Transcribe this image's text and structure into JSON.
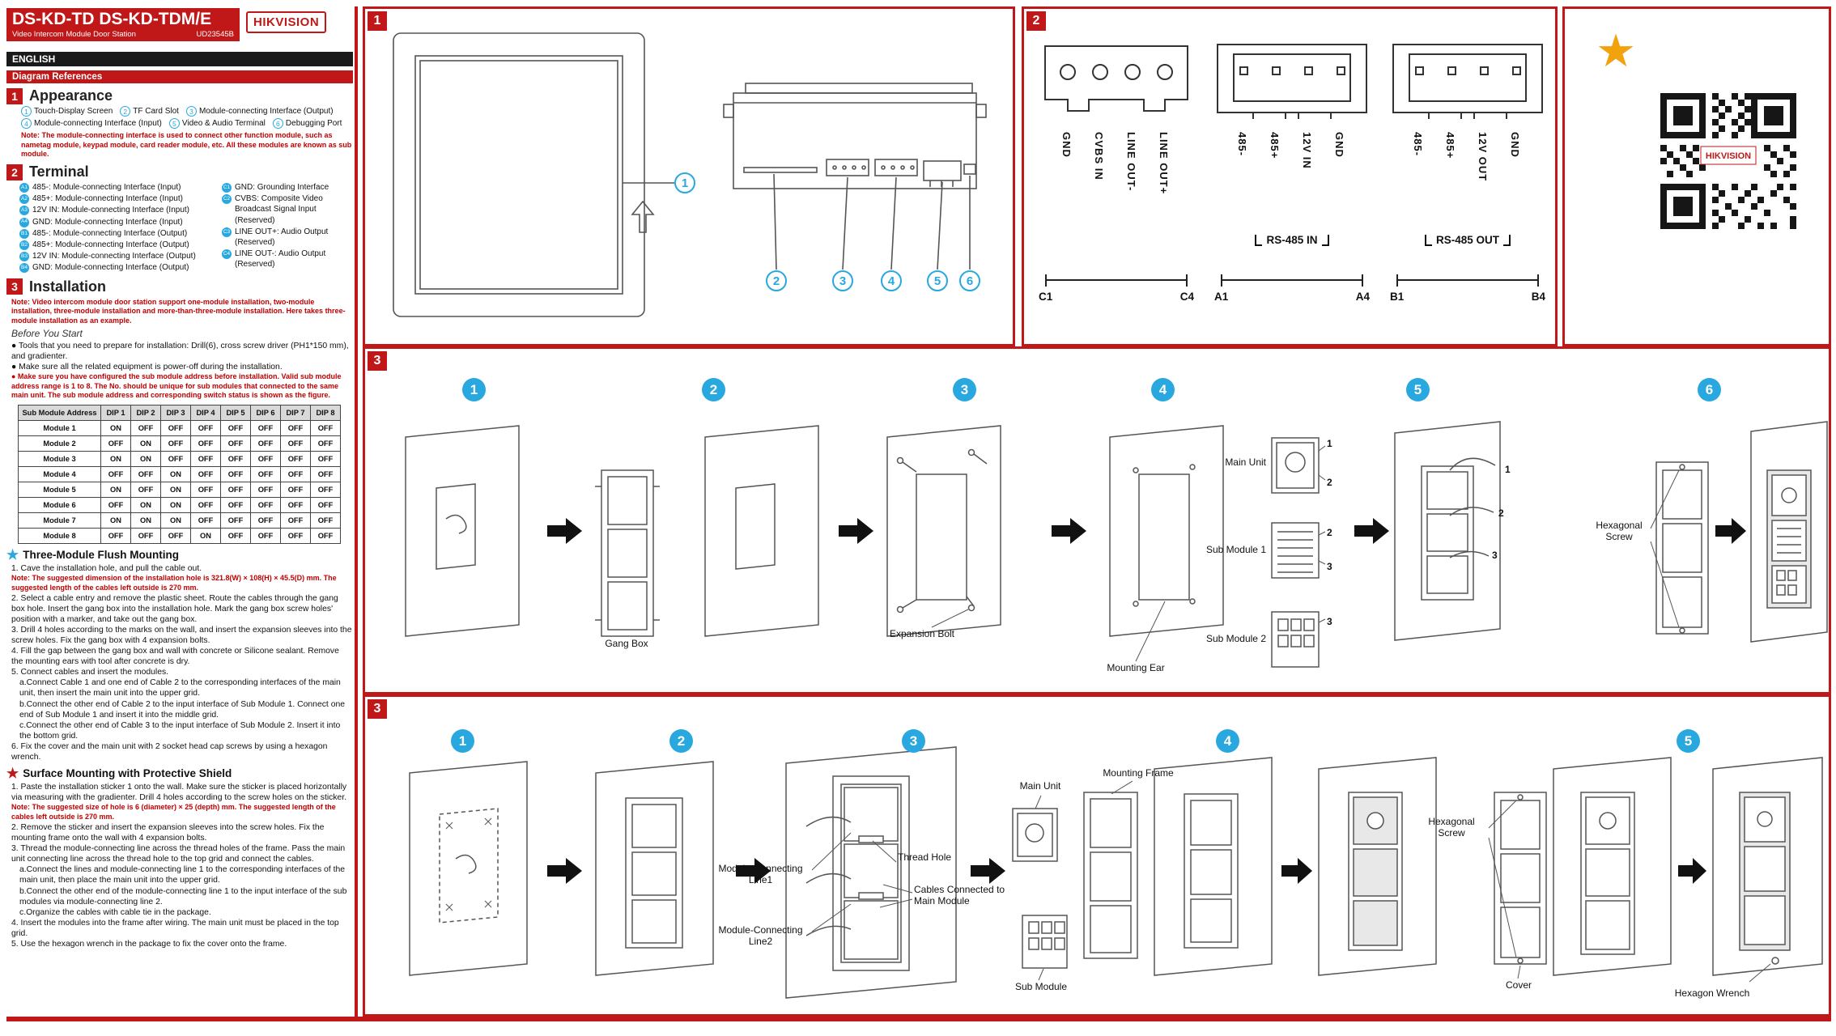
{
  "page": {
    "title": "DS-KD-TD DS-KD-TDM/E",
    "subtitle": "Video Intercom Module Door Station",
    "doc_code": "UD23545B",
    "brand": "HIKVISION",
    "language": "ENGLISH",
    "section_header": "Diagram References",
    "star_icon": "★"
  },
  "appearance": {
    "num": "1",
    "title": "Appearance",
    "items": [
      {
        "num": "1",
        "label": "Touch-Display Screen"
      },
      {
        "num": "2",
        "label": "TF Card Slot"
      },
      {
        "num": "3",
        "label": "Module-connecting Interface (Output)"
      },
      {
        "num": "4",
        "label": "Module-connecting Interface (Input)"
      },
      {
        "num": "5",
        "label": "Video & Audio Terminal"
      },
      {
        "num": "6",
        "label": "Debugging Port"
      }
    ],
    "note": "Note: The module-connecting interface is used to connect other function module, such as nametag module, keypad module, card reader module, etc. All these modules are known as sub module."
  },
  "terminal": {
    "num": "2",
    "title": "Terminal",
    "left": [
      {
        "badge": "A1",
        "label": "485-: Module-connecting Interface (Input)"
      },
      {
        "badge": "A2",
        "label": "485+: Module-connecting Interface (Input)"
      },
      {
        "badge": "A3",
        "label": "12V IN: Module-connecting Interface (Input)"
      },
      {
        "badge": "A4",
        "label": "GND: Module-connecting Interface (Input)"
      },
      {
        "badge": "B1",
        "label": "485-: Module-connecting Interface (Output)"
      },
      {
        "badge": "B2",
        "label": "485+: Module-connecting Interface (Output)"
      },
      {
        "badge": "B3",
        "label": "12V IN: Module-connecting Interface (Output)"
      },
      {
        "badge": "B4",
        "label": "GND: Module-connecting Interface (Output)"
      }
    ],
    "right": [
      {
        "badge": "C1",
        "label": "GND: Grounding Interface"
      },
      {
        "badge": "C2",
        "label": "CVBS: Composite Video Broadcast Signal Input (Reserved)"
      },
      {
        "badge": "C3",
        "label": "LINE OUT+: Audio Output (Reserved)"
      },
      {
        "badge": "C4",
        "label": "LINE OUT-: Audio Output (Reserved)"
      }
    ]
  },
  "installation": {
    "num": "3",
    "title": "Installation",
    "note": "Note: Video intercom module door station support one-module installation, two-module installation, three-module installation and more-than-three-module installation. Here takes three-module installation as an example.",
    "before_title": "Before You Start",
    "bullets": [
      {
        "text": "● Tools that you need to prepare for installation: Drill(6), cross screw driver (PH1*150 mm), and gradienter.",
        "cls": "sline"
      },
      {
        "text": "● Make sure all the related equipment is power-off during the installation.",
        "cls": "sline"
      },
      {
        "text": "● Make sure you have configured the sub module address before installation. Valid sub module address range is 1 to 8. The No. should be unique for sub modules that connected to the same main unit. The sub module address and corresponding switch status is shown as the figure.",
        "cls": "sline red"
      }
    ]
  },
  "dip_table": {
    "header": [
      "Sub Module Address",
      "DIP 1",
      "DIP 2",
      "DIP 3",
      "DIP 4",
      "DIP 5",
      "DIP 6",
      "DIP 7",
      "DIP 8"
    ],
    "rows": [
      [
        "Module 1",
        "ON",
        "OFF",
        "OFF",
        "OFF",
        "OFF",
        "OFF",
        "OFF",
        "OFF"
      ],
      [
        "Module 2",
        "OFF",
        "ON",
        "OFF",
        "OFF",
        "OFF",
        "OFF",
        "OFF",
        "OFF"
      ],
      [
        "Module 3",
        "ON",
        "ON",
        "OFF",
        "OFF",
        "OFF",
        "OFF",
        "OFF",
        "OFF"
      ],
      [
        "Module 4",
        "OFF",
        "OFF",
        "ON",
        "OFF",
        "OFF",
        "OFF",
        "OFF",
        "OFF"
      ],
      [
        "Module 5",
        "ON",
        "OFF",
        "ON",
        "OFF",
        "OFF",
        "OFF",
        "OFF",
        "OFF"
      ],
      [
        "Module 6",
        "OFF",
        "ON",
        "ON",
        "OFF",
        "OFF",
        "OFF",
        "OFF",
        "OFF"
      ],
      [
        "Module 7",
        "ON",
        "ON",
        "ON",
        "OFF",
        "OFF",
        "OFF",
        "OFF",
        "OFF"
      ],
      [
        "Module 8",
        "OFF",
        "OFF",
        "OFF",
        "ON",
        "OFF",
        "OFF",
        "OFF",
        "OFF"
      ]
    ]
  },
  "flush": {
    "title": "Three-Module Flush Mounting",
    "steps": [
      {
        "text": "1. Cave the installation hole, and pull the cable out.",
        "cls": "sline"
      },
      {
        "text": "Note: The suggested dimension of the installation hole is 321.8(W) × 108(H) × 45.5(D) mm. The suggested length of the cables left outside is 270 mm.",
        "cls": "sline red"
      },
      {
        "text": "2. Select a cable entry and remove the plastic sheet. Route the cables through the gang box hole. Insert the gang box into the installation hole. Mark the gang box screw holes' position with a marker, and take out the gang box.",
        "cls": "sline"
      },
      {
        "text": "3. Drill 4 holes according to the marks on the wall, and insert the expansion sleeves into the screw holes. Fix the gang box with 4 expansion bolts.",
        "cls": "sline"
      },
      {
        "text": "4. Fill the gap between the gang box and wall with concrete or Silicone sealant. Remove the mounting ears with tool after concrete is dry.",
        "cls": "sline"
      },
      {
        "text": "5. Connect cables and insert the modules.",
        "cls": "sline"
      },
      {
        "text": "a.Connect Cable 1 and one end of Cable 2 to the corresponding interfaces of the main unit, then insert the main unit into the upper grid.",
        "cls": "sline ind"
      },
      {
        "text": "b.Connect the other end of Cable 2 to the input interface of Sub Module 1. Connect one end of Sub Module 1 and insert it into the middle grid.",
        "cls": "sline ind"
      },
      {
        "text": "c.Connect the other end of Cable 3 to the input interface of Sub Module 2. Insert it into the bottom grid.",
        "cls": "sline ind"
      },
      {
        "text": "6. Fix the cover and the main unit with 2 socket head cap screws by using a hexagon wrench.",
        "cls": "sline"
      }
    ]
  },
  "surface": {
    "title": "Surface Mounting with Protective Shield",
    "steps": [
      {
        "text": "1. Paste the installation sticker 1 onto the wall. Make sure the sticker is placed horizontally via measuring with the gradienter. Drill 4 holes according to the screw holes on the sticker.",
        "cls": "sline"
      },
      {
        "text": "Note: The suggested size of hole is 6 (diameter) × 25 (depth) mm. The suggested length of the cables left outside is 270 mm.",
        "cls": "sline red"
      },
      {
        "text": "2. Remove the sticker and insert the expansion sleeves into the screw holes. Fix the mounting frame onto the wall with 4 expansion bolts.",
        "cls": "sline"
      },
      {
        "text": "3. Thread the module-connecting line across the thread holes of the frame. Pass the main unit connecting line across the thread hole to the top grid and connect the cables.",
        "cls": "sline"
      },
      {
        "text": "a.Connect the lines and module-connecting line 1 to the corresponding interfaces of the main unit, then place the main unit into the upper grid.",
        "cls": "sline ind"
      },
      {
        "text": "b.Connect the other end of the module-connecting line 1 to the input interface of the sub modules via module-connecting line 2.",
        "cls": "sline ind"
      },
      {
        "text": "c.Organize the cables with cable tie in the package.",
        "cls": "sline ind"
      },
      {
        "text": "4. Insert the modules into the frame after wiring. The main unit must be placed in the top grid.",
        "cls": "sline"
      },
      {
        "text": "5. Use the hexagon wrench in the package to fix the cover onto the frame.",
        "cls": "sline"
      }
    ]
  },
  "panel1": {
    "badge": "1",
    "callouts": [
      "1",
      "2",
      "3",
      "4",
      "5",
      "6"
    ]
  },
  "panel2": {
    "badge": "2",
    "connectors": [
      {
        "cls": "conn-group holes nobracket",
        "pins": [
          "GND",
          "CVBS IN",
          "LINE OUT-",
          "LINE OUT+"
        ],
        "bracket": "",
        "from": "C1",
        "to": "C4"
      },
      {
        "cls": "conn-group pins",
        "pins": [
          "485-",
          "485+",
          "12V IN",
          "GND"
        ],
        "bracket": "RS-485 IN",
        "from": "A1",
        "to": "A4"
      },
      {
        "cls": "conn-group pins",
        "pins": [
          "485-",
          "485+",
          "12V OUT",
          "GND"
        ],
        "bracket": "RS-485 OUT",
        "from": "B1",
        "to": "B4"
      }
    ]
  },
  "qr_zone": {
    "logo": "HIKVISION"
  },
  "panel3_flush": {
    "badge": "3",
    "steps": [
      "1",
      "2",
      "3",
      "4",
      "5",
      "6"
    ],
    "labels": {
      "gang_box": "Gang Box",
      "expansion_bolt": "Expansion Bolt",
      "mounting_ear": "Mounting Ear",
      "main_unit": "Main Unit",
      "sub_module_1": "Sub Module 1",
      "sub_module_2": "Sub Module 2",
      "hexagonal_screw": "Hexagonal Screw"
    },
    "cable_marks": [
      "1",
      "2",
      "2",
      "3",
      "3",
      "1",
      "2",
      "3"
    ]
  },
  "panel3_surface": {
    "badge": "3",
    "steps": [
      "1",
      "2",
      "3",
      "4",
      "5"
    ],
    "labels": {
      "module_connecting_line1": "Module-Connecting Line1",
      "thread_hole": "Thread Hole",
      "cables_connected": "Cables Connected to Main Module",
      "module_connecting_line2": "Module-Connecting Line2",
      "main_unit": "Main Unit",
      "mounting_frame": "Mounting Frame",
      "sub_module": "Sub Module",
      "hexagonal_screw": "Hexagonal Screw",
      "cover": "Cover",
      "hexagon_wrench": "Hexagon Wrench"
    }
  }
}
